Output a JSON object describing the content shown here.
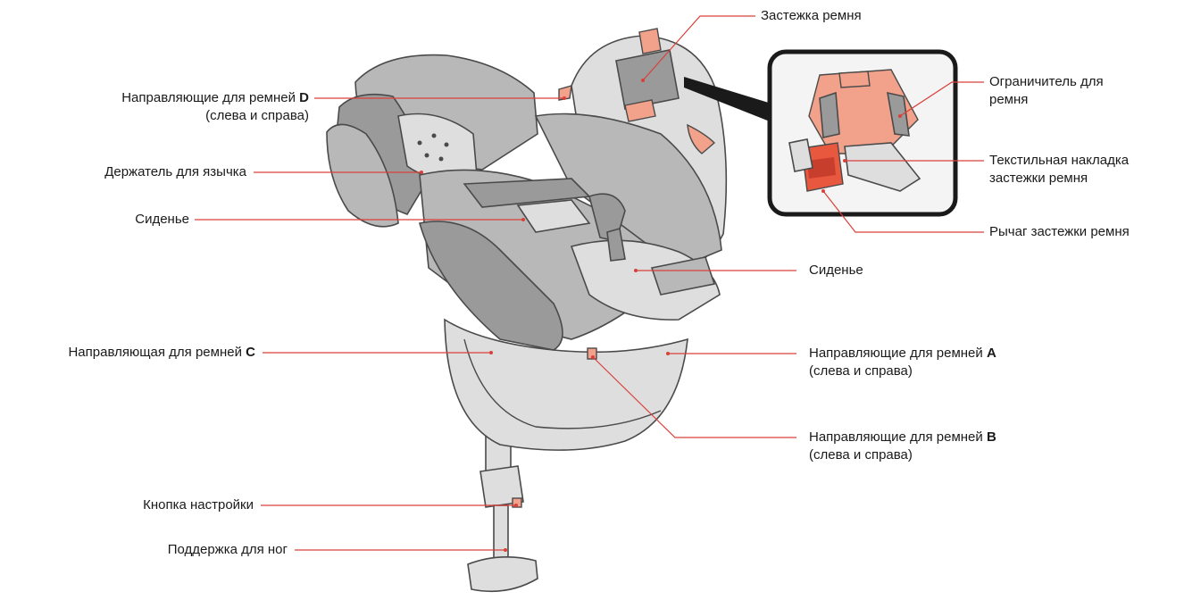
{
  "labels": {
    "strap_guides_d": "Направляющие для ремней",
    "strap_guides_d_letter": "D",
    "strap_guides_d_sub": "(слева и справа)",
    "tongue_holder": "Держатель для язычка",
    "seat_left": "Сиденье",
    "strap_guide_c": "Направляющая для ремней",
    "strap_guide_c_letter": "C",
    "adjust_button": "Кнопка настройки",
    "leg_support": "Поддержка для ног",
    "buckle": "Застежка ремня",
    "strap_limiter_1": "Ограничитель для",
    "strap_limiter_2": "ремня",
    "buckle_pad_1": "Текстильная накладка",
    "buckle_pad_2": "застежки ремня",
    "buckle_lever": "Рычаг застежки ремня",
    "seat_right": "Сиденье",
    "strap_guides_a": "Направляющие для ремней",
    "strap_guides_a_letter": "A",
    "strap_guides_a_sub": "(слева и справа)",
    "strap_guides_b": "Направляющие для ремней",
    "strap_guides_b_letter": "B",
    "strap_guides_b_sub": "(слева и справа)"
  },
  "colors": {
    "leader_line": "#d9403a",
    "highlight_part": "#f2a28a",
    "lever_part": "#e8583f",
    "seat_fabric": "#b8b8b8"
  }
}
